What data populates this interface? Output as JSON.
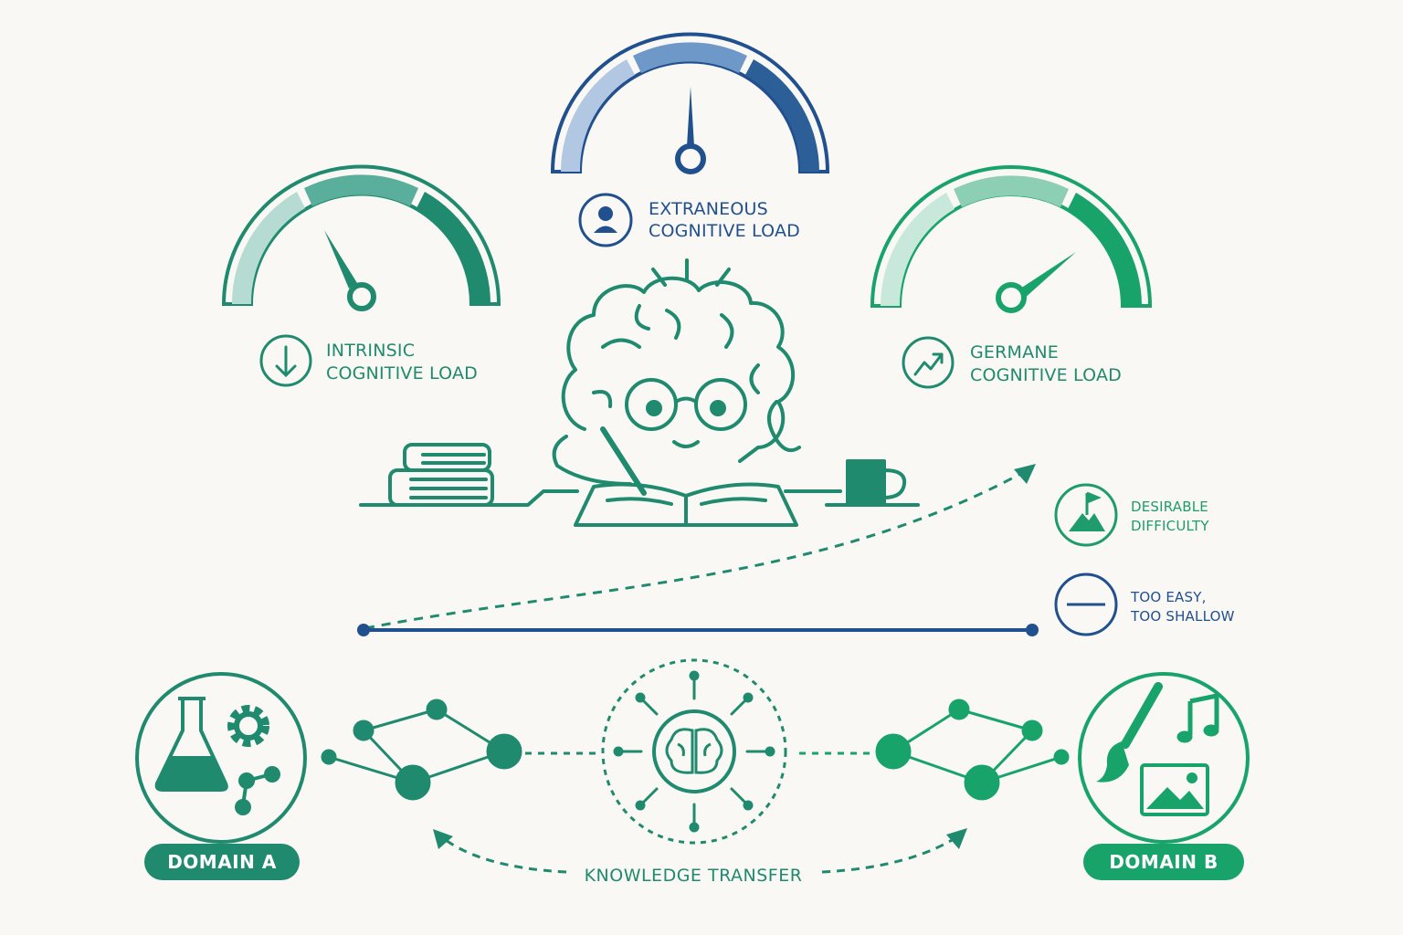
{
  "gauges": {
    "extraneous": {
      "line1": "EXTRANEOUS",
      "line2": "COGNITIVE LOAD",
      "icon": "user-icon",
      "color": "#21508f"
    },
    "intrinsic": {
      "line1": "INTRINSIC",
      "line2": "COGNITIVE LOAD",
      "icon": "arrow-down-icon",
      "color": "#1f8a6e"
    },
    "germane": {
      "line1": "GERMANE",
      "line2": "COGNITIVE LOAD",
      "icon": "trend-up-icon",
      "color": "#18a36b"
    }
  },
  "legend": {
    "desirable": {
      "line1": "DESIRABLE",
      "line2": "DIFFICULTY",
      "icon": "mountain-flag-icon",
      "color": "#1f9c6b"
    },
    "easy": {
      "line1": "TOO EASY,",
      "line2": "TOO SHALLOW",
      "icon": "minus-icon",
      "color": "#21508f"
    }
  },
  "domains": {
    "a": {
      "label": "DOMAIN A",
      "icons": [
        "flask-icon",
        "gear-icon",
        "molecule-icon"
      ],
      "color": "#1f8a6e"
    },
    "b": {
      "label": "DOMAIN B",
      "icons": [
        "paintbrush-icon",
        "music-note-icon",
        "image-icon"
      ],
      "color": "#18a36b"
    }
  },
  "transfer": {
    "label": "KNOWLEDGE TRANSFER"
  },
  "colors": {
    "teal": "#1f8a6e",
    "green": "#18a36b",
    "navy": "#21508f",
    "background": "#f9f8f4"
  }
}
